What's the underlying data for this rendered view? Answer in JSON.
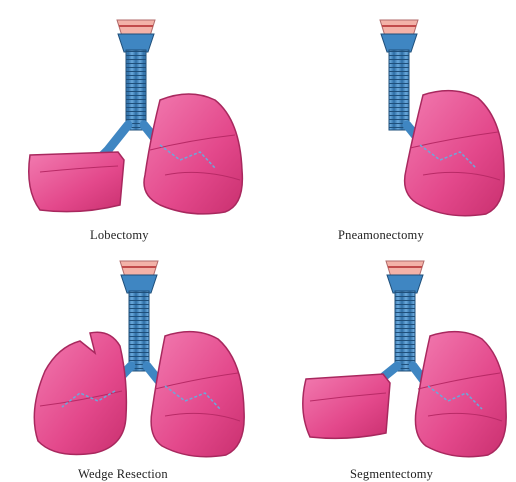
{
  "panels": [
    {
      "id": "lobectomy",
      "caption": "Lobectomy"
    },
    {
      "id": "pneumonectomy",
      "caption": "Pneamonectomy"
    },
    {
      "id": "wedge",
      "caption": "Wedge Resection"
    },
    {
      "id": "segmentectomy",
      "caption": "Segmentectomy"
    }
  ],
  "colors": {
    "lung": "#e54b8c",
    "lung_dark": "#b82a66",
    "lung_light": "#f07aab",
    "trachea": "#4a8ec4",
    "trachea_dark": "#245c8c",
    "larynx": "#e8a0a0"
  }
}
